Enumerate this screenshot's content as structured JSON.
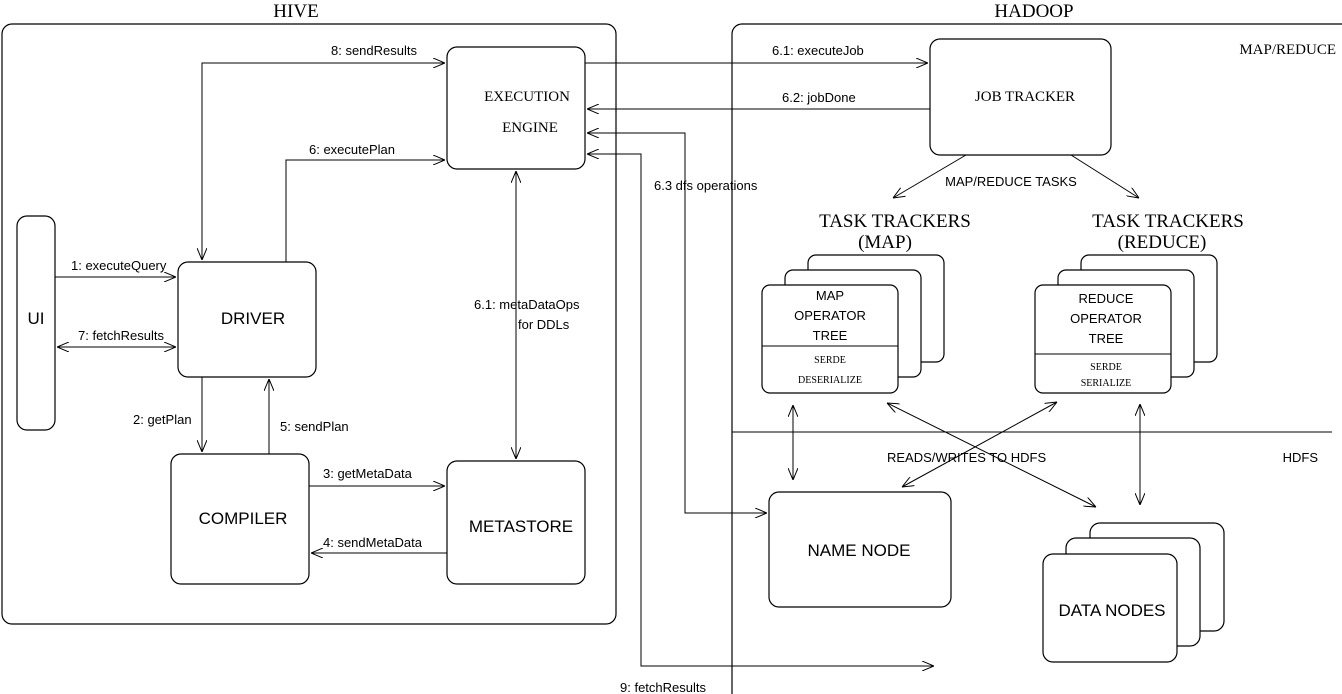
{
  "sections": {
    "hive": "HIVE",
    "hadoop": "HADOOP",
    "map_reduce": "MAP/REDUCE",
    "hdfs": "HDFS"
  },
  "nodes": {
    "ui": "UI",
    "driver": "DRIVER",
    "compiler": "COMPILER",
    "metastore": "METASTORE",
    "execution_engine": [
      "EXECUTION",
      "ENGINE"
    ],
    "job_tracker": "JOB TRACKER",
    "name_node": "NAME NODE",
    "data_nodes": "DATA NODES",
    "task_trackers_map": {
      "title": [
        "TASK TRACKERS",
        "(MAP)"
      ],
      "operator_tree": [
        "MAP",
        "OPERATOR",
        "TREE"
      ],
      "serde": [
        "SERDE",
        "DESERIALIZE"
      ]
    },
    "task_trackers_reduce": {
      "title": [
        "TASK TRACKERS",
        "(REDUCE)"
      ],
      "operator_tree": [
        "REDUCE",
        "OPERATOR",
        "TREE"
      ],
      "serde": [
        "SERDE",
        "SERIALIZE"
      ]
    }
  },
  "edges": {
    "execute_query": "1: executeQuery",
    "get_plan": "2: getPlan",
    "get_meta_data": "3: getMetaData",
    "send_meta_data": "4: sendMetaData",
    "send_plan": "5: sendPlan",
    "execute_plan": "6: executePlan",
    "execute_job": "6.1: executeJob",
    "meta_data_ops": [
      "6.1: metaDataOps",
      "for DDLs"
    ],
    "job_done": "6.2: jobDone",
    "dfs_operations": "6.3 dfs operations",
    "fetch_results_7": "7: fetchResults",
    "send_results": "8: sendResults",
    "fetch_results_9": "9: fetchResults",
    "map_reduce_tasks": "MAP/REDUCE TASKS",
    "reads_writes_hdfs": "READS/WRITES TO HDFS"
  }
}
